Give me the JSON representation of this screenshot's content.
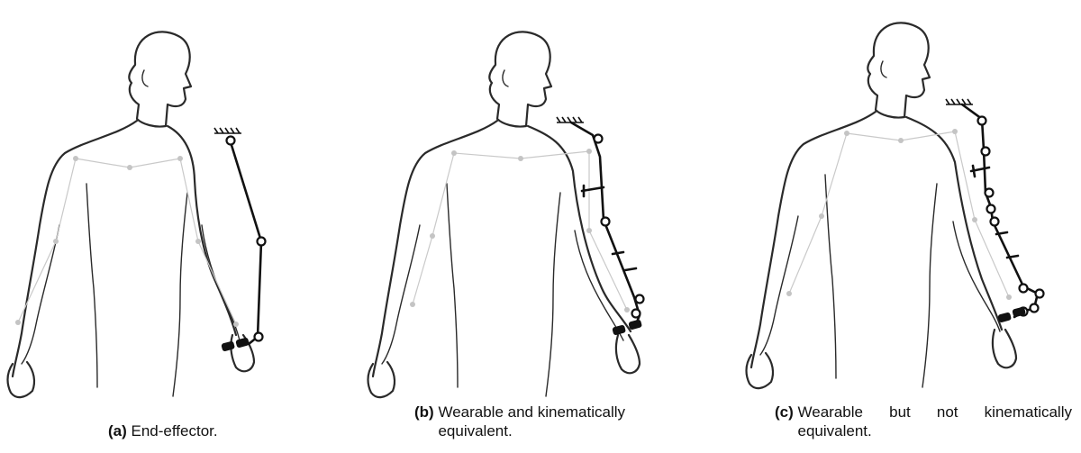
{
  "captions": [
    {
      "id": "a",
      "tag": "(a)",
      "text": "End-effector."
    },
    {
      "id": "b",
      "tag": "(b)",
      "text": "Wearable and kinematically equivalent."
    },
    {
      "id": "c",
      "tag": "(c)",
      "text": "Wearable but not kinematically equivalent."
    }
  ]
}
